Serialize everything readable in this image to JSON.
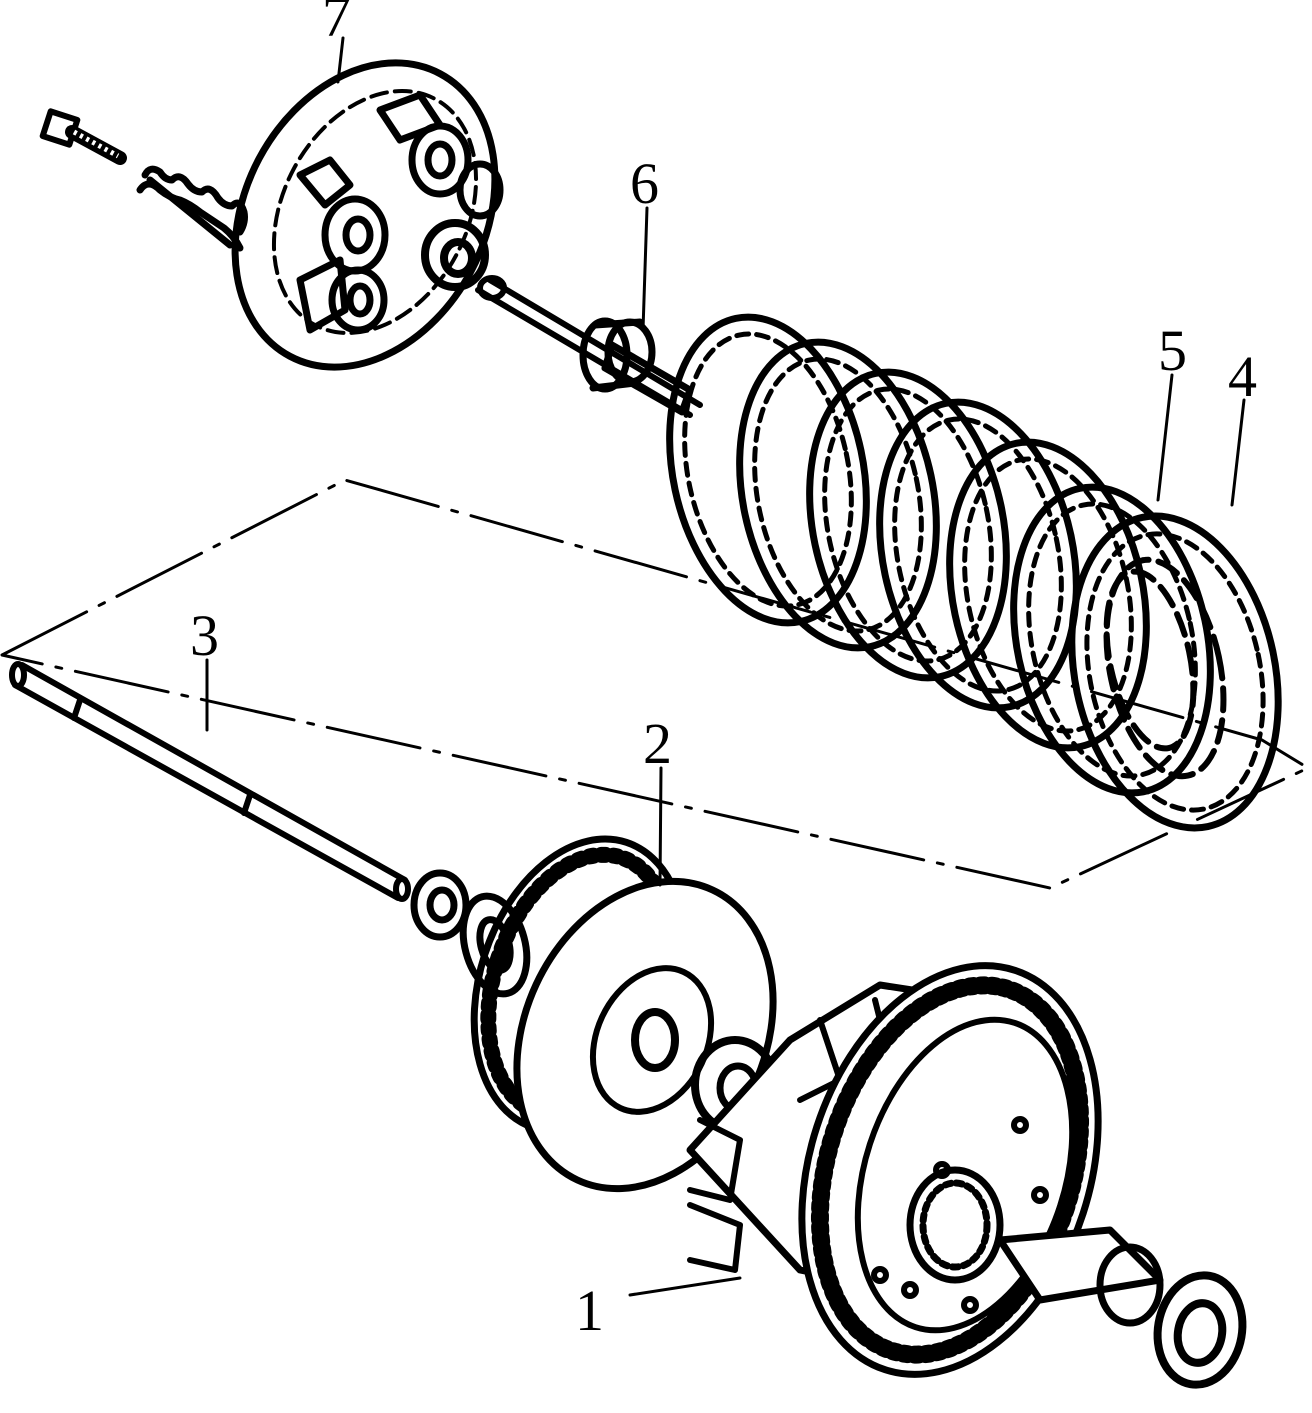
{
  "diagram": {
    "type": "exploded-assembly",
    "callouts": [
      {
        "id": "1",
        "label": "1"
      },
      {
        "id": "2",
        "label": "2"
      },
      {
        "id": "3",
        "label": "3"
      },
      {
        "id": "4",
        "label": "4"
      },
      {
        "id": "5",
        "label": "5"
      },
      {
        "id": "6",
        "label": "6"
      },
      {
        "id": "7",
        "label": "7"
      }
    ]
  },
  "colors": {
    "ink": "#000000",
    "background": "#ffffff"
  }
}
